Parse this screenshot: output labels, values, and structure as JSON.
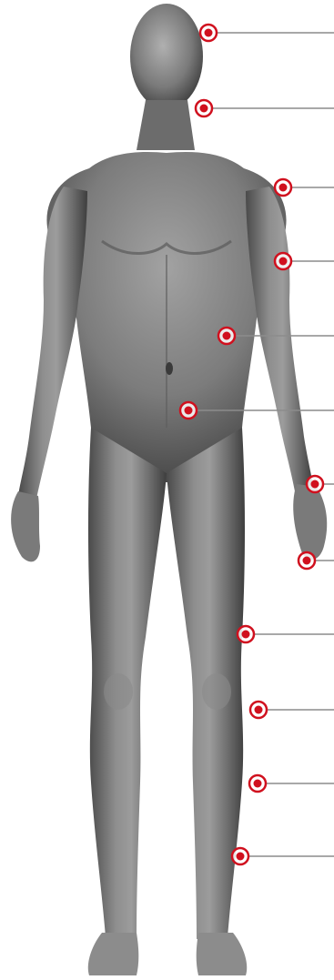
{
  "figure": {
    "subject": "human-body-front-view",
    "colors": {
      "background": "#ffffff",
      "body_light": "#9a9a9a",
      "body_mid": "#6e6e6e",
      "body_dark": "#3c3c3c",
      "marker": "#d0101e",
      "leader_line": "#8c8c8c"
    }
  },
  "markers": [
    {
      "id": "head"
    },
    {
      "id": "neck"
    },
    {
      "id": "shoulder"
    },
    {
      "id": "upper-arm"
    },
    {
      "id": "abdomen"
    },
    {
      "id": "groin"
    },
    {
      "id": "wrist"
    },
    {
      "id": "fingers"
    },
    {
      "id": "thigh"
    },
    {
      "id": "knee"
    },
    {
      "id": "calf"
    },
    {
      "id": "shin"
    }
  ]
}
